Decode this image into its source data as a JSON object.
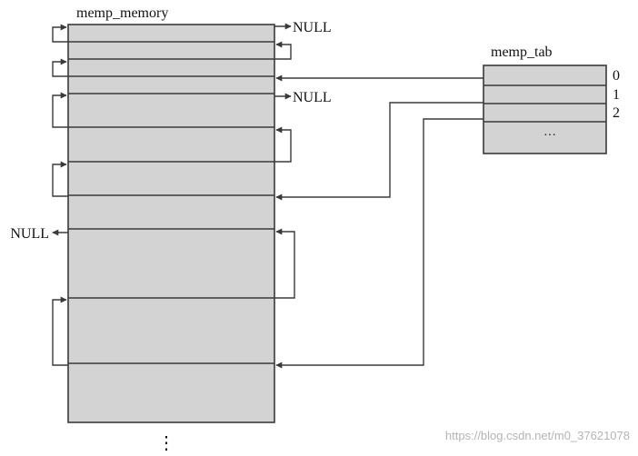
{
  "pool_title": "memp_memory",
  "table_title": "memp_tab",
  "null_label": "NULL",
  "table_indices": [
    "0",
    "1",
    "2"
  ],
  "table_more": "···",
  "pool_more": "⋮",
  "watermark": "https://blog.csdn.net/m0_37621078",
  "colors": {
    "block_fill": "#d3d3d3",
    "line": "#3a3a3a",
    "watermark": "#b4b4b4"
  }
}
